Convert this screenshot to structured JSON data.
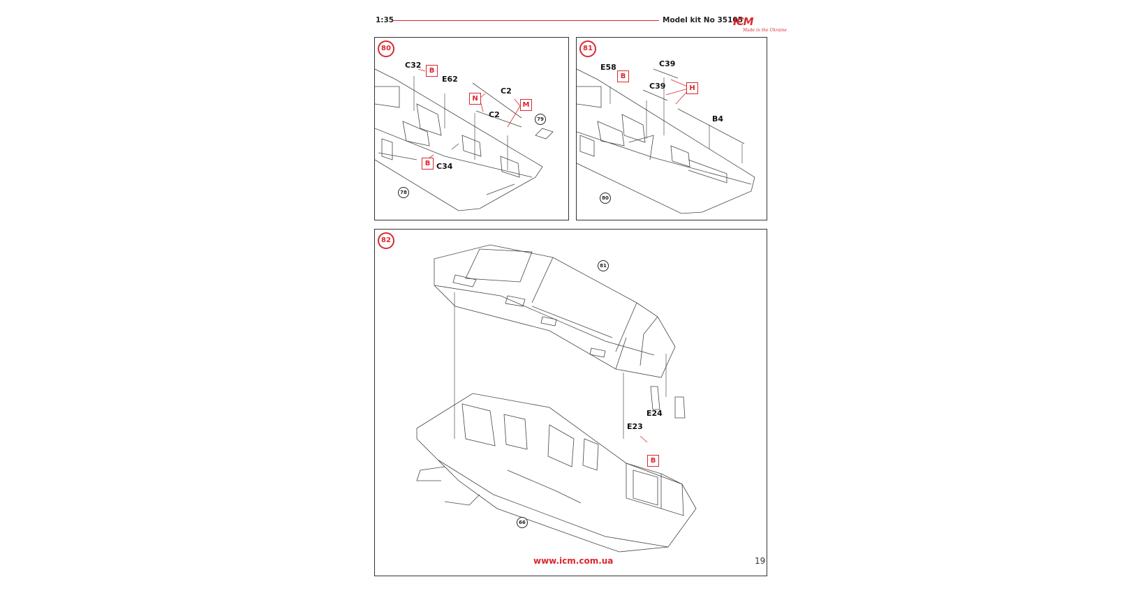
{
  "header": {
    "scale": "1:35",
    "kit": "Model kit No 35105",
    "logo_mark": "ICM",
    "logo_tagline": "Made in the Ukraine"
  },
  "steps": [
    {
      "number": "80",
      "parts": [
        "C32",
        "E62",
        "C2",
        "C2",
        "C34"
      ],
      "paint_codes": [
        "B",
        "N",
        "M",
        "B"
      ],
      "refs": [
        "79",
        "78"
      ]
    },
    {
      "number": "81",
      "parts": [
        "E58",
        "C39",
        "C39",
        "B4"
      ],
      "paint_codes": [
        "B",
        "H"
      ],
      "refs": [
        "80"
      ]
    },
    {
      "number": "82",
      "parts": [
        "E24",
        "E23"
      ],
      "paint_codes": [
        "B"
      ],
      "refs": [
        "81",
        "66"
      ]
    }
  ],
  "footer": {
    "url": "www.icm.com.ua",
    "page": "19"
  }
}
